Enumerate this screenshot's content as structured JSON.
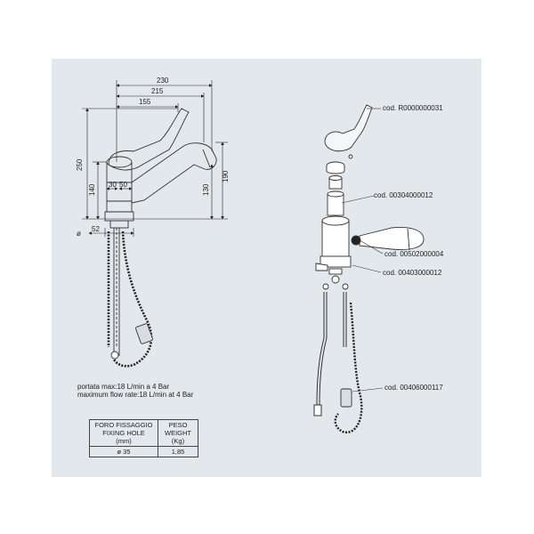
{
  "dimensions": {
    "d230": "230",
    "d215": "215",
    "d155": "155",
    "d250": "250",
    "d140": "140",
    "d30": "30",
    "d50": "50",
    "d130": "130",
    "d190": "190",
    "d52": "52"
  },
  "flow_rate": {
    "it": "portata max:18 L/min a 4 Bar",
    "en": "maximum flow rate:18 L/min at 4 Bar"
  },
  "spec_table": {
    "h1_l1": "FORO FISSAGGIO",
    "h1_l2": "FIXING HOLE",
    "h1_l3": "(mm)",
    "h2_l1": "PESO",
    "h2_l2": "WEIGHT",
    "h2_l3": "(Kg)",
    "v1": "ø 35",
    "v2": "1,85"
  },
  "parts": [
    "cod. R0000000031",
    "cod. 00304000012",
    "cod. 00502000004",
    "cod. 00403000012",
    "cod. 00406000117"
  ]
}
